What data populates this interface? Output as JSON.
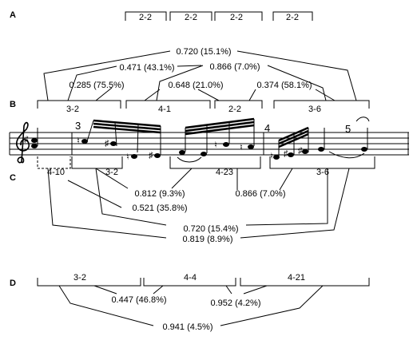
{
  "row_labels": {
    "a": "A",
    "b": "B",
    "c": "C",
    "d": "D"
  },
  "row_a": {
    "boxes": [
      "2-2",
      "2-2",
      "2-2",
      "2-2"
    ]
  },
  "row_b": {
    "segments": [
      "3-2",
      "4-1",
      "2-2",
      "3-6"
    ],
    "relations": [
      "0.720 (15.1%)",
      "0.471 (43.1%)",
      "0.866 (7.0%)",
      "0.285 (75.5%)",
      "0.648 (21.0%)",
      "0.374 (58.1%)"
    ]
  },
  "staff": {
    "measure_numbers": [
      "3",
      "4",
      "5"
    ]
  },
  "row_c": {
    "segments": [
      "4-10",
      "3-2",
      "4-23",
      "3-6"
    ],
    "relations": [
      "0.812 (9.3%)",
      "0.521 (35.8%)",
      "0.866 (7.0%)",
      "0.720 (15.4%)",
      "0.819 (8.9%)"
    ]
  },
  "row_d": {
    "segments": [
      "3-2",
      "4-4",
      "4-21"
    ],
    "relations": [
      "0.447 (46.8%)",
      "0.952 (4.2%)",
      "0.941 (4.5%)"
    ]
  }
}
